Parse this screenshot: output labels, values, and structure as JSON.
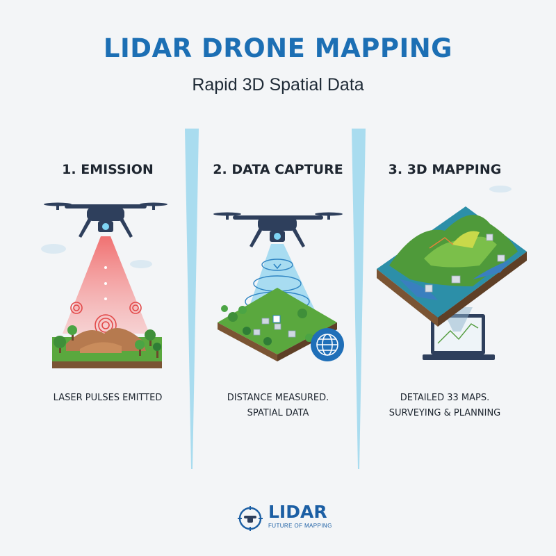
{
  "header": {
    "title": "LIDAR DRONE MAPPING",
    "subtitle": "Rapid 3D Spatial Data"
  },
  "steps": [
    {
      "heading": "1. EMISSION",
      "caption_lines": [
        "LASER PULSES EMITTED"
      ],
      "icon": "drone-laser-icon"
    },
    {
      "heading": "2. DATA CAPTURE",
      "caption_lines": [
        "DISTANCE MEASURED.",
        "SPATIAL DATA"
      ],
      "icon": "drone-scan-icon"
    },
    {
      "heading": "3. 3D MAPPING",
      "caption_lines": [
        "DETAILED 33 MAPS.",
        "SURVEYING & PLANNING"
      ],
      "icon": "terrain-map-icon"
    }
  ],
  "logo": {
    "wordmark": "LIDAR",
    "tagline": "FUTURE OF MAPPING",
    "icon": "drone-target-icon"
  },
  "colors": {
    "title_blue": "#1c6fb4",
    "divider_blue": "#a9dcef",
    "laser_red": "#f06a6a",
    "scan_blue": "#8fd3ef",
    "drone_navy": "#2e3f5c",
    "terrain_green": "#4f9a3a"
  }
}
